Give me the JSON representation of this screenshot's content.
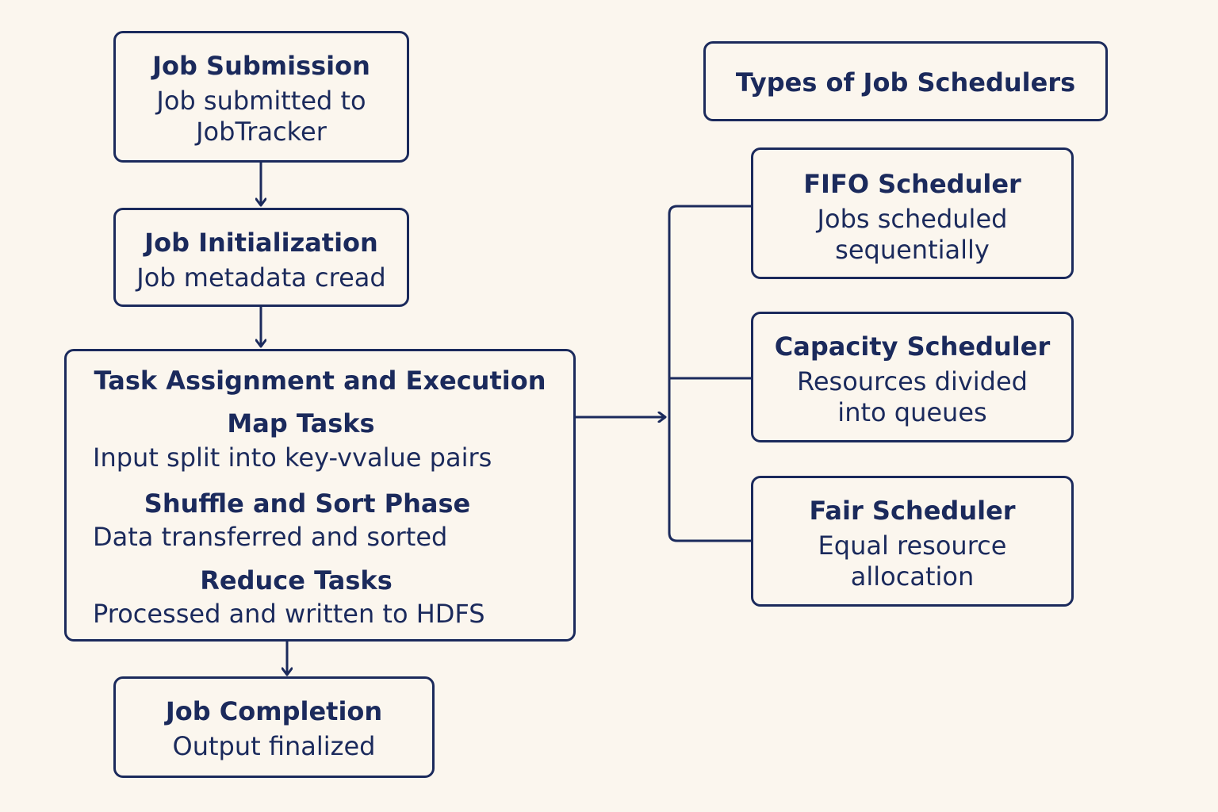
{
  "colors": {
    "background": "#FBF6EE",
    "ink": "#1B2A5C"
  },
  "flow": {
    "job_submission": {
      "title": "Job Submission",
      "desc_line1": "Job submitted to",
      "desc_line2": "JobTracker"
    },
    "job_initialization": {
      "title": "Job Initialization",
      "desc": "Job metadata cread"
    },
    "task_assignment": {
      "title": "Task Assignment and Execution",
      "map_title": "Map Tasks",
      "map_desc": "Input split into key-vvalue pairs",
      "shuffle_title": "Shuffle and Sort Phase",
      "shuffle_desc": "Data transferred and sorted",
      "reduce_title": "Reduce Tasks",
      "reduce_desc": "Processed and written to HDFS"
    },
    "job_completion": {
      "title": "Job Completion",
      "desc": "Output finalized"
    }
  },
  "schedulers": {
    "heading": "Types of Job Schedulers",
    "fifo": {
      "title": "FIFO Scheduler",
      "desc_line1": "Jobs scheduled",
      "desc_line2": "sequentially"
    },
    "capacity": {
      "title": "Capacity Scheduler",
      "desc_line1": "Resources divided",
      "desc_line2": "into queues"
    },
    "fair": {
      "title": "Fair Scheduler",
      "desc_line1": "Equal resource",
      "desc_line2": "allocation"
    }
  }
}
